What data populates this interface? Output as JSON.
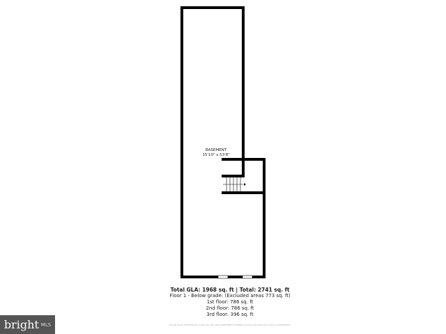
{
  "room": {
    "name": "BASEMENT",
    "dimensions": "15'10\" x 53'8\""
  },
  "summary": {
    "total": "Total GLA: 1968 sq. ft | Total: 2741 sq. ft",
    "floor1": "Floor 1 - Below grade: (Excluded areas 773 sq. ft)",
    "first": "1st floor: 786 sq. ft",
    "second": "2nd floor: 786 sq. ft",
    "third": "3rd floor: 396 sq. ft"
  },
  "disclaimer": "FLOOR PLAN CREATED BY CUBICASA APP. MEASUREMENTS DEEMED HIGHLY RELIABLE BUT NOT GUARANTEED.",
  "logo": {
    "brand": "bright",
    "suffix": "MLS"
  },
  "colors": {
    "wall": "#000000",
    "logo_bg": "#555555"
  }
}
